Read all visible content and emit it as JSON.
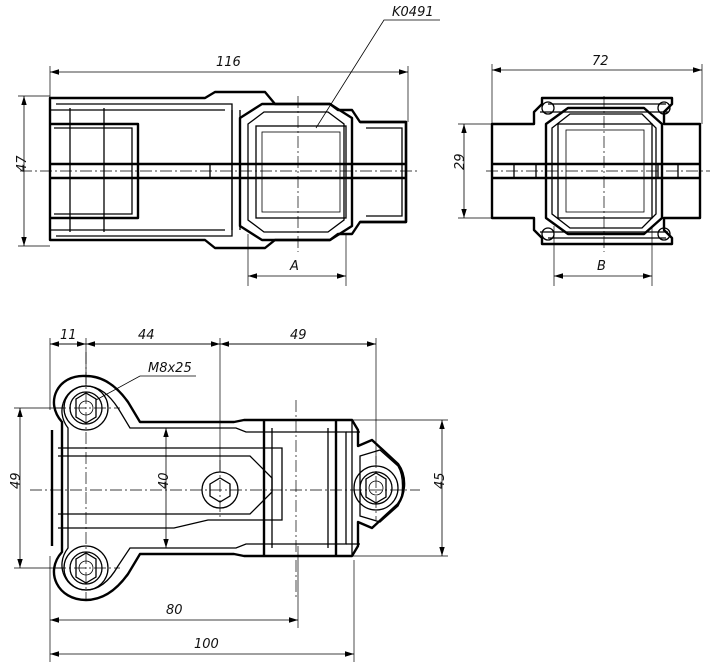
{
  "labels": {
    "part_number": "K0491",
    "thread_spec": "M8x25"
  },
  "dimensions": {
    "top_left_width": "116",
    "top_left_height": "47",
    "top_left_a": "A",
    "top_right_width": "72",
    "top_right_height": "29",
    "top_right_b": "B",
    "bottom_seg1": "11",
    "bottom_seg2": "44",
    "bottom_seg3": "49",
    "bottom_left_height": "49",
    "bottom_inner_height": "40",
    "bottom_right_height": "45",
    "bottom_len_80": "80",
    "bottom_len_100": "100"
  }
}
